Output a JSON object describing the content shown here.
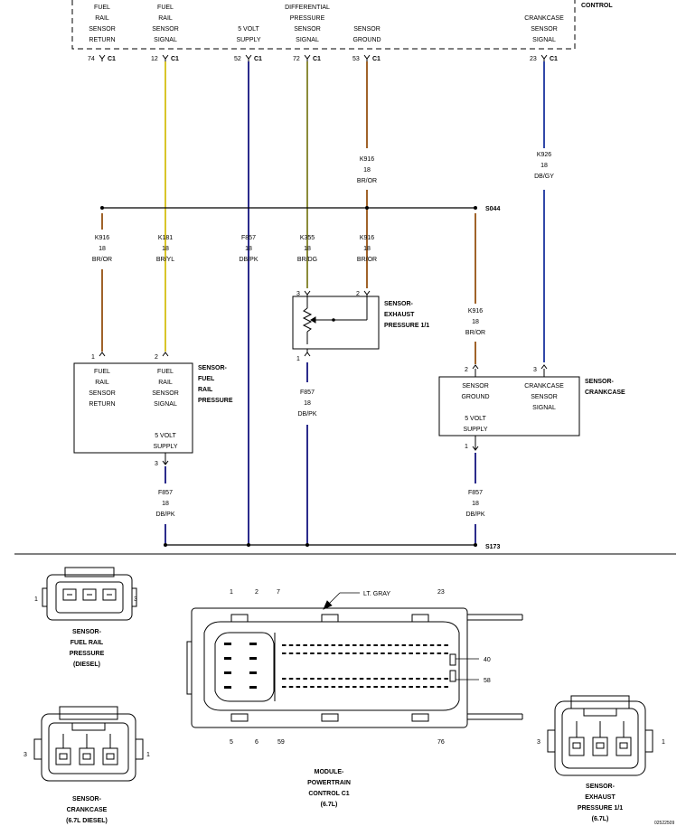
{
  "pcm": {
    "label": "CONTROL",
    "pins": [
      {
        "lines": [
          "FUEL",
          "RAIL",
          "SENSOR",
          "RETURN"
        ],
        "pin": "74",
        "conn": "C1"
      },
      {
        "lines": [
          "FUEL",
          "RAIL",
          "SENSOR",
          "SIGNAL"
        ],
        "pin": "12",
        "conn": "C1"
      },
      {
        "lines": [
          "5 VOLT",
          "SUPPLY"
        ],
        "pin": "52",
        "conn": "C1"
      },
      {
        "lines": [
          "DIFFERENTIAL",
          "PRESSURE",
          "SENSOR",
          "SIGNAL"
        ],
        "pin": "72",
        "conn": "C1"
      },
      {
        "lines": [
          "SENSOR",
          "GROUND"
        ],
        "pin": "53",
        "conn": "C1"
      },
      {
        "lines": [
          "CRANKCASE",
          "SENSOR",
          "SIGNAL"
        ],
        "pin": "23",
        "conn": "C1"
      }
    ]
  },
  "wires": {
    "k916_top": [
      "K916",
      "18",
      "BR/OR"
    ],
    "k926": [
      "K926",
      "18",
      "DB/GY"
    ],
    "k916_a": [
      "K916",
      "18",
      "BR/OR"
    ],
    "k181": [
      "K181",
      "18",
      "BR/YL"
    ],
    "f857_a": [
      "F857",
      "18",
      "DB/PK"
    ],
    "k355": [
      "K355",
      "18",
      "BR/DG"
    ],
    "k916_b": [
      "K916",
      "18",
      "BR/OR"
    ],
    "k916_c": [
      "K916",
      "18",
      "BR/OR"
    ],
    "f857_b": [
      "F857",
      "18",
      "DB/PK"
    ],
    "f857_c": [
      "F857",
      "18",
      "DB/PK"
    ],
    "f857_d": [
      "F857",
      "18",
      "DB/PK"
    ]
  },
  "splices": {
    "s044": "S044",
    "s173": "S173"
  },
  "fuel_sensor": {
    "title": [
      "SENSOR-",
      "FUEL",
      "RAIL",
      "PRESSURE"
    ],
    "col1": [
      "FUEL",
      "RAIL",
      "SENSOR",
      "RETURN"
    ],
    "col2": [
      "FUEL",
      "RAIL",
      "SENSOR",
      "SIGNAL"
    ],
    "col3": [
      "5 VOLT",
      "SUPPLY"
    ],
    "pin1": "1",
    "pin2": "2",
    "pin3": "3"
  },
  "exhaust_sensor": {
    "title": [
      "SENSOR-",
      "EXHAUST",
      "PRESSURE 1/1"
    ],
    "pin3": "3",
    "pin2": "2",
    "pin1": "1"
  },
  "crank_sensor": {
    "title": [
      "SENSOR-",
      "CRANKCASE"
    ],
    "col1": [
      "SENSOR",
      "GROUND"
    ],
    "col2": [
      "CRANKCASE",
      "SENSOR",
      "SIGNAL"
    ],
    "col3": [
      "5 VOLT",
      "SUPPLY"
    ],
    "pin2": "2",
    "pin3": "3",
    "pin1": "1"
  },
  "connectors": {
    "fuel": {
      "caption": [
        "SENSOR-",
        "FUEL RAIL",
        "PRESSURE",
        "(DIESEL)"
      ],
      "left": "1",
      "right": "3"
    },
    "crank": {
      "caption": [
        "SENSOR-",
        "CRANKCASE",
        "(6.7L DIESEL)"
      ],
      "left": "3",
      "right": "1"
    },
    "pcm": {
      "caption": [
        "MODULE-",
        "POWERTRAIN",
        "CONTROL C1",
        "(6.7L)"
      ],
      "top_pins": [
        "1",
        "2",
        "7",
        "23"
      ],
      "bottom_pins": [
        "5",
        "6",
        "59",
        "76"
      ],
      "side_pins": [
        "40",
        "58"
      ],
      "color_callout": "LT. GRAY"
    },
    "exhaust": {
      "caption": [
        "SENSOR-",
        "EXHAUST",
        "PRESSURE 1/1",
        "(6.7L)"
      ],
      "left": "3",
      "right": "1"
    }
  },
  "figure_id": "02522509",
  "colors": {
    "br_or": "#A0632A",
    "br_yl": "#D9C52A",
    "db_pk": "#2B2B8C",
    "br_dg": "#8C8C3A",
    "db_gy": "#3248A8"
  }
}
